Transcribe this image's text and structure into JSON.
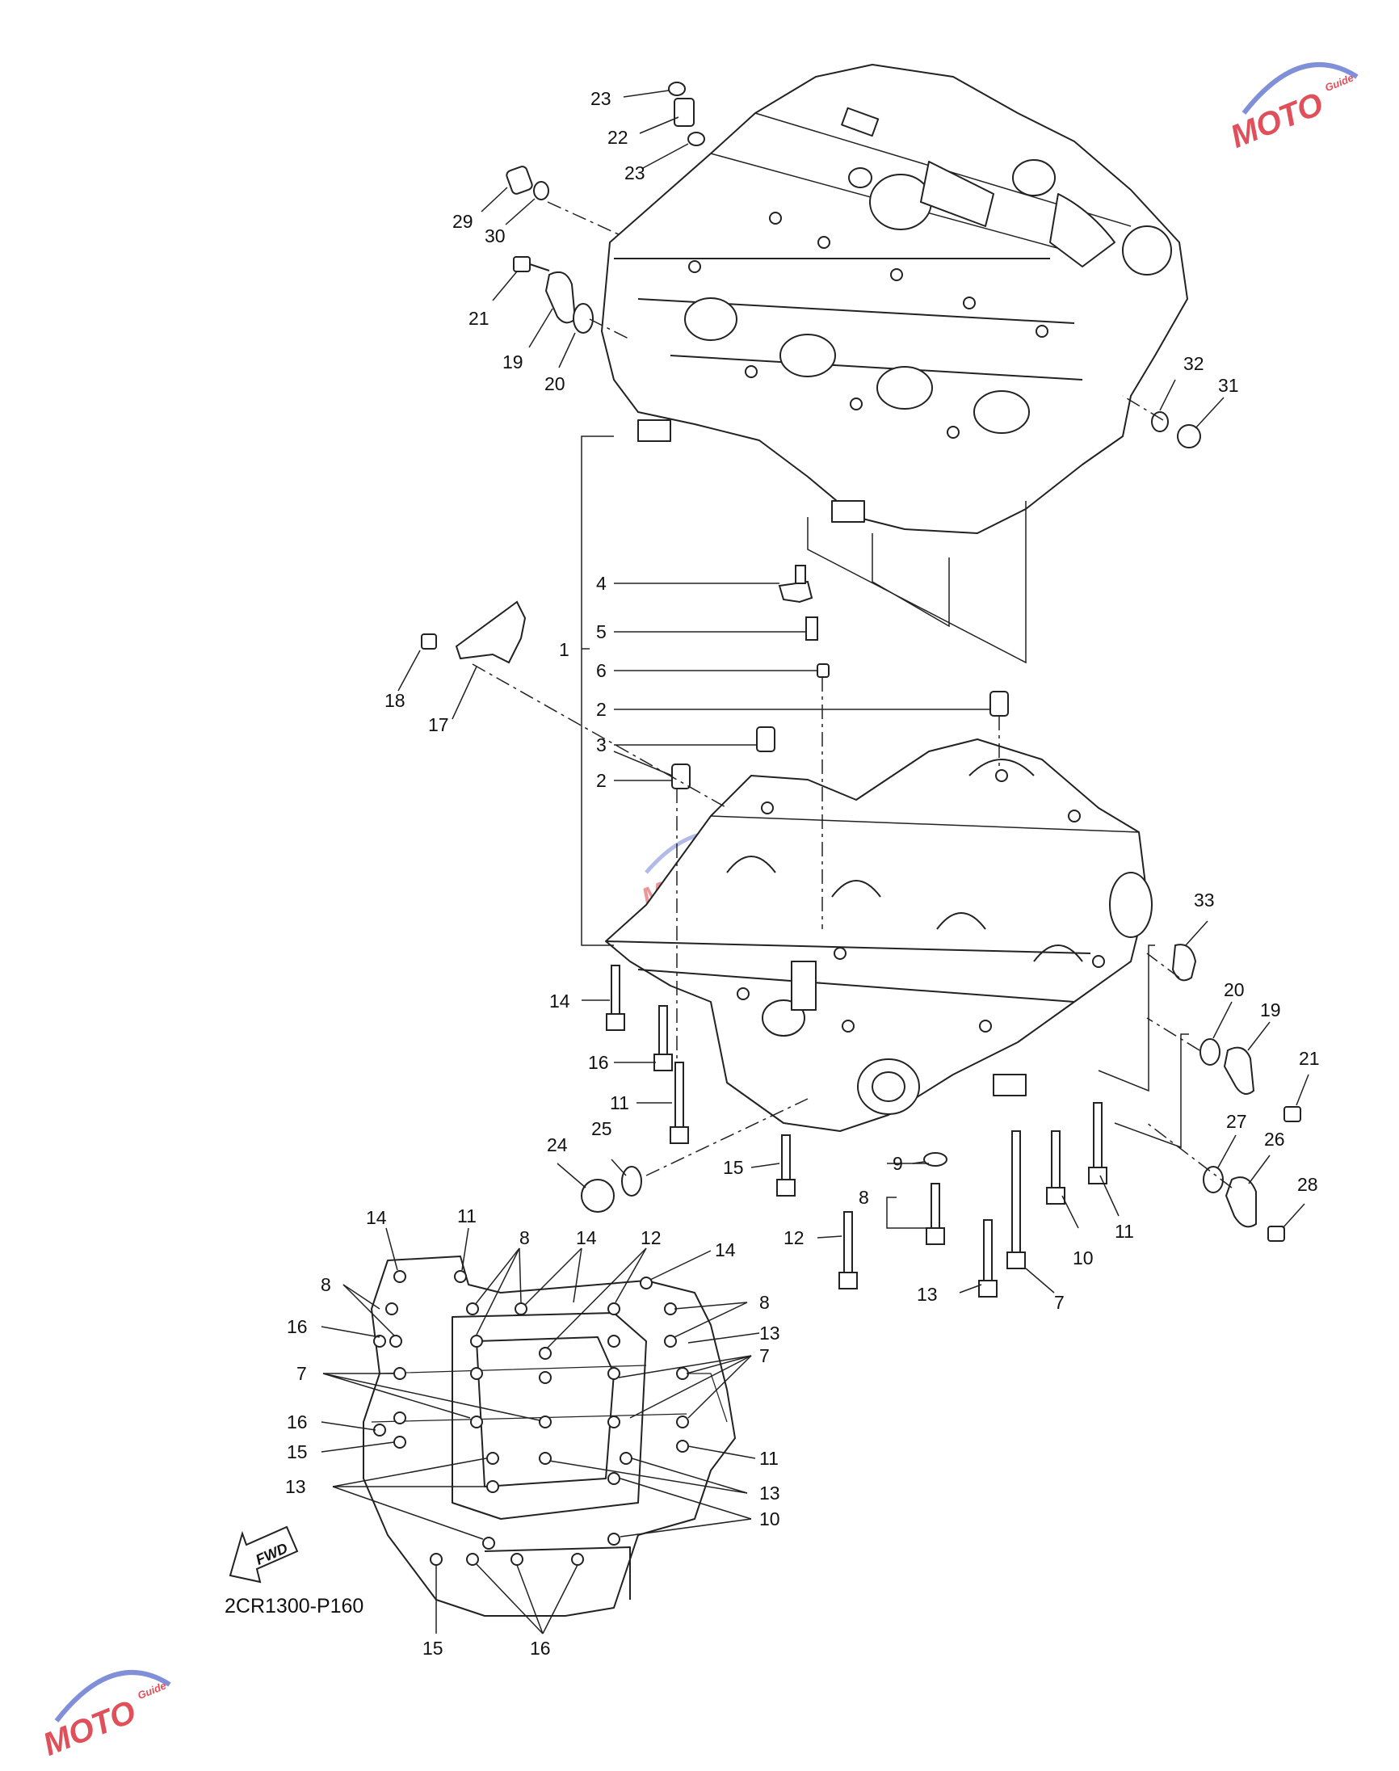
{
  "diagram": {
    "code": "2CR1300-P160",
    "fwd_label": "FWD",
    "colors": {
      "line": "#222222",
      "paper": "#ffffff",
      "watermark_red": "#e0505a",
      "watermark_blue": "#7f8fd8"
    },
    "watermark": {
      "text": "MOTO",
      "sub": "Guide"
    },
    "parts": [
      {
        "id": "p23a",
        "text": "23"
      },
      {
        "id": "p22",
        "text": "22"
      },
      {
        "id": "p23b",
        "text": "23"
      },
      {
        "id": "p29",
        "text": "29"
      },
      {
        "id": "p30",
        "text": "30"
      },
      {
        "id": "p21a",
        "text": "21"
      },
      {
        "id": "p19a",
        "text": "19"
      },
      {
        "id": "p20a",
        "text": "20"
      },
      {
        "id": "p32",
        "text": "32"
      },
      {
        "id": "p31",
        "text": "31"
      },
      {
        "id": "p4",
        "text": "4"
      },
      {
        "id": "p5",
        "text": "5"
      },
      {
        "id": "p1",
        "text": "1"
      },
      {
        "id": "p6",
        "text": "6"
      },
      {
        "id": "p2a",
        "text": "2"
      },
      {
        "id": "p3",
        "text": "3"
      },
      {
        "id": "p2b",
        "text": "2"
      },
      {
        "id": "p18",
        "text": "18"
      },
      {
        "id": "p17",
        "text": "17"
      },
      {
        "id": "p33",
        "text": "33"
      },
      {
        "id": "p20b",
        "text": "20"
      },
      {
        "id": "p19b",
        "text": "19"
      },
      {
        "id": "p21b",
        "text": "21"
      },
      {
        "id": "p27",
        "text": "27"
      },
      {
        "id": "p26",
        "text": "26"
      },
      {
        "id": "p28",
        "text": "28"
      },
      {
        "id": "p14a",
        "text": "14"
      },
      {
        "id": "p16a",
        "text": "16"
      },
      {
        "id": "p11a",
        "text": "11"
      },
      {
        "id": "p15a",
        "text": "15"
      },
      {
        "id": "p24",
        "text": "24"
      },
      {
        "id": "p25",
        "text": "25"
      },
      {
        "id": "p9",
        "text": "9"
      },
      {
        "id": "p8a",
        "text": "8"
      },
      {
        "id": "p12a",
        "text": "12"
      },
      {
        "id": "p13a",
        "text": "13"
      },
      {
        "id": "p10a",
        "text": "10"
      },
      {
        "id": "p11b",
        "text": "11"
      },
      {
        "id": "p7a",
        "text": "7"
      },
      {
        "id": "b14a",
        "text": "14"
      },
      {
        "id": "b11a",
        "text": "11"
      },
      {
        "id": "b8a",
        "text": "8"
      },
      {
        "id": "b14b",
        "text": "14"
      },
      {
        "id": "b12",
        "text": "12"
      },
      {
        "id": "b14c",
        "text": "14"
      },
      {
        "id": "b8b",
        "text": "8"
      },
      {
        "id": "b8c",
        "text": "8"
      },
      {
        "id": "b13a",
        "text": "13"
      },
      {
        "id": "b16a",
        "text": "16"
      },
      {
        "id": "b7a",
        "text": "7"
      },
      {
        "id": "b7b",
        "text": "7"
      },
      {
        "id": "b16b",
        "text": "16"
      },
      {
        "id": "b11b",
        "text": "11"
      },
      {
        "id": "b15a",
        "text": "15"
      },
      {
        "id": "b13b",
        "text": "13"
      },
      {
        "id": "b13c",
        "text": "13"
      },
      {
        "id": "b10",
        "text": "10"
      },
      {
        "id": "b15b",
        "text": "15"
      },
      {
        "id": "b16c",
        "text": "16"
      }
    ]
  }
}
